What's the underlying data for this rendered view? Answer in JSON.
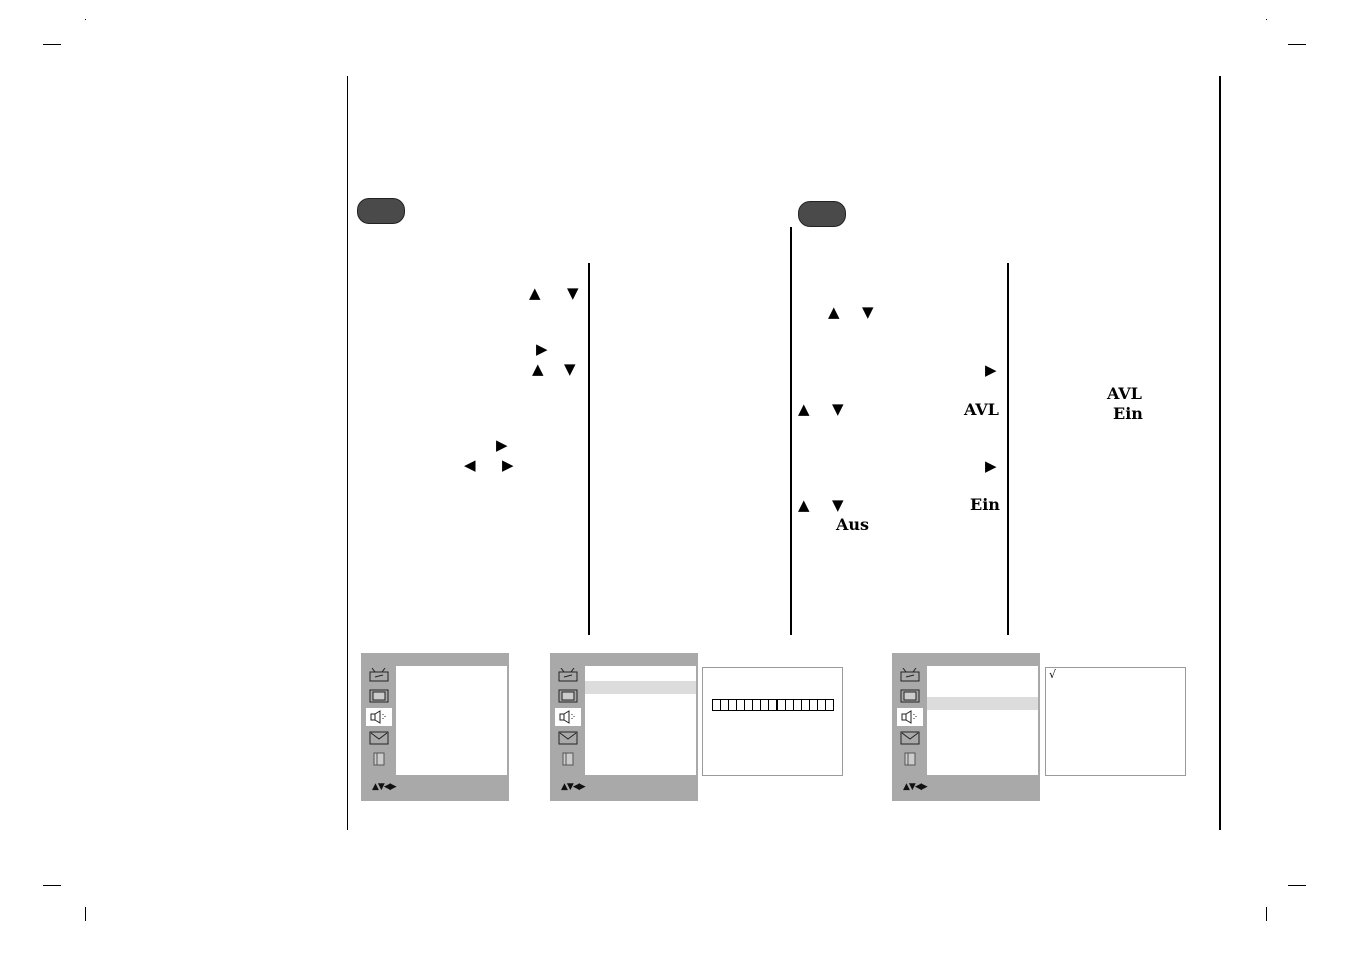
{
  "navigation": {
    "up": "▲",
    "down": "▼",
    "right": "▶",
    "left": "◀",
    "hint": "▲▼◀▶"
  },
  "keywords": {
    "avl": "AVL",
    "ein": "Ein",
    "aus": "Aus"
  },
  "panel_right": {
    "check": "√"
  },
  "volume_bar": {
    "segments": 15,
    "marker_index": 8
  },
  "colors": {
    "menu_bg": "#a9a9a9",
    "highlight": "#dcdcdc",
    "pill": "#4a4a4a"
  },
  "icons": [
    "tv-icon",
    "picture-icon",
    "speaker-icon",
    "screen-icon",
    "special-icon"
  ]
}
